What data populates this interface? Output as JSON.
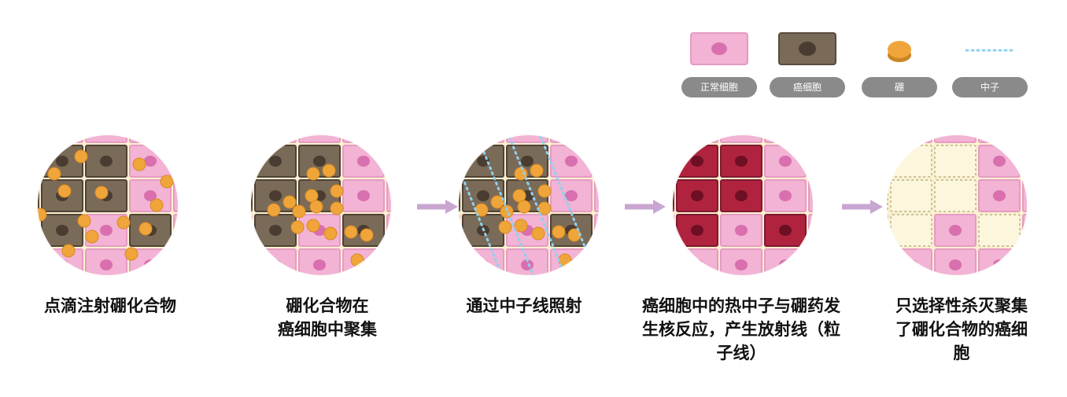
{
  "legend": {
    "items": [
      {
        "icon": "normal-cell-icon",
        "label": "正常细胞"
      },
      {
        "icon": "cancer-cell-icon",
        "label": "癌细胞"
      },
      {
        "icon": "boron-icon",
        "label": "硼"
      },
      {
        "icon": "neutron-icon",
        "label": "中子"
      }
    ]
  },
  "steps": [
    {
      "lines": [
        "点滴注射硼化合物"
      ]
    },
    {
      "lines": [
        "硼化合物在",
        "癌细胞中聚集"
      ]
    },
    {
      "lines": [
        "通过中子线照射"
      ]
    },
    {
      "lines": [
        "癌细胞中的热中子与硼药发",
        "生核反应，产生放射线（粒",
        "子线）"
      ]
    },
    {
      "lines": [
        "只选择性杀灭聚集",
        "了硼化合物的癌细",
        "胞"
      ]
    }
  ],
  "colors": {
    "normal_cell": "#f2b3d4",
    "normal_nucleus": "#d96fae",
    "cancer_cell": "#7a6a58",
    "cancer_nucleus": "#4a3c30",
    "boron": "#f0a53a",
    "neutron": "#8fd0ef",
    "reacted_cell": "#b0233f",
    "reacted_nucleus": "#6e0f24",
    "dead_cell": "#fbf6dc",
    "grid_bg": "#fbf0cf",
    "arrow": "#c9a6d1",
    "legend_pill": "#8a8a8a"
  }
}
